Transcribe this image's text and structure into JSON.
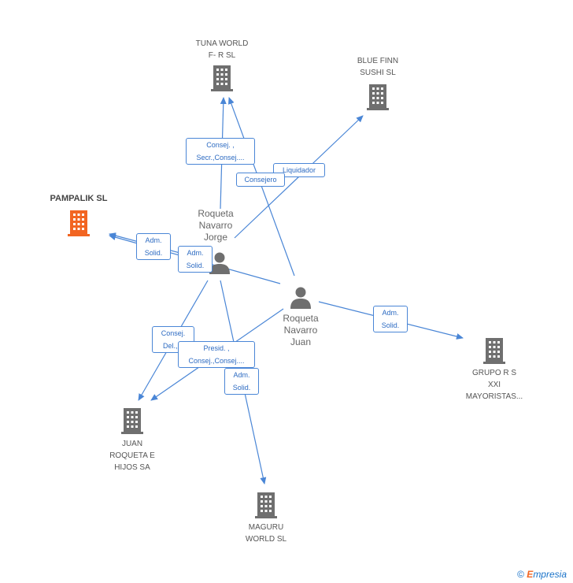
{
  "nodes": {
    "tuna": {
      "label": "TUNA WORLD\nF- R SL"
    },
    "bluefinn": {
      "label": "BLUE FINN\nSUSHI SL"
    },
    "pampalik": {
      "label": "PAMPALIK SL"
    },
    "grupo": {
      "label": "GRUPO R S\nXXI\nMAYORISTAS..."
    },
    "juan_roqueta": {
      "label": "JUAN\nROQUETA E\nHIJOS SA"
    },
    "maguru": {
      "label": "MAGURU\nWORLD SL"
    },
    "jorge": {
      "label": "Roqueta\nNavarro\nJorge"
    },
    "juan": {
      "label": "Roqueta\nNavarro\nJuan"
    }
  },
  "edges": {
    "consej_secr": "Consej. ,\nSecr.,Consej....",
    "liquidador": "Liquidador",
    "consejero": "Consejero",
    "adm_solid_1": "Adm.\nSolid.",
    "adm_solid_2": "Adm.\nSolid.",
    "adm_solid_3": "Adm.\nSolid.",
    "consej_del": "Consej.\nDel.,...",
    "presid": "Presid. ,\nConsej.,Consej....",
    "adm_solid_4": "Adm.\nSolid."
  },
  "colors": {
    "edge": "#4a86d6",
    "company": "#6f6f6f",
    "highlight_company": "#f26522",
    "person": "#6f6f6f"
  },
  "icons": {
    "company": "building-icon",
    "person": "person-icon"
  },
  "footer": {
    "copyright": "©",
    "brand_e": "E",
    "brand_rest": "mpresia"
  }
}
